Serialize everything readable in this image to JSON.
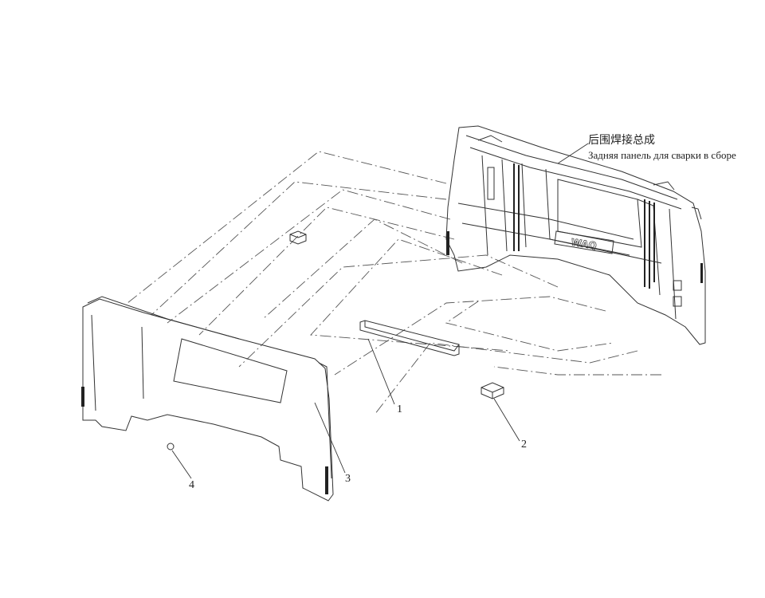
{
  "assembly": {
    "name_zh": "后围焊接总成",
    "name_ru": "Задняя панель для сварки в сборе"
  },
  "callouts": [
    {
      "id": "1",
      "label": "1"
    },
    {
      "id": "2",
      "label": "2"
    },
    {
      "id": "3",
      "label": "3"
    },
    {
      "id": "4",
      "label": "4"
    }
  ],
  "emblem": "WAQ"
}
